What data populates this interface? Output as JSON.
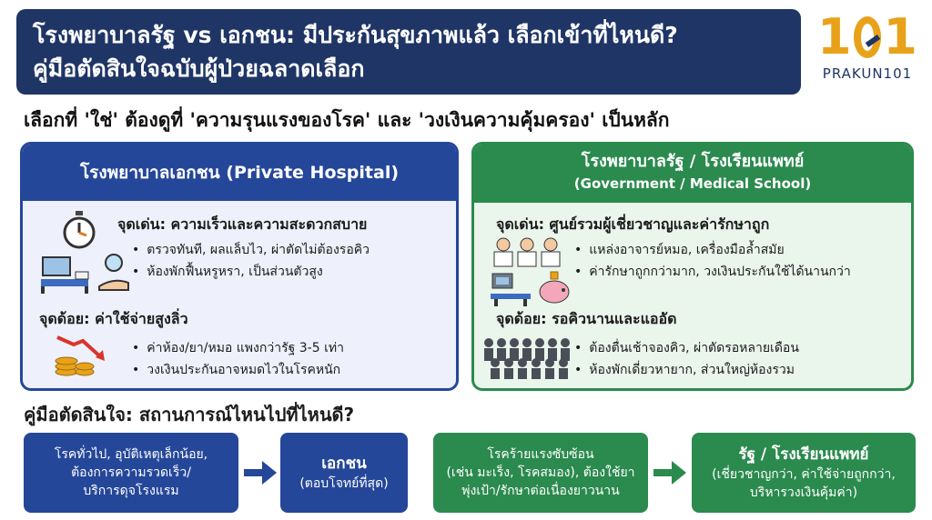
{
  "header": {
    "title_line1": "โรงพยาบาลรัฐ vs เอกชน: มีประกันสุขภาพแล้ว เลือกเข้าที่ไหนดี?",
    "title_line2": "คู่มือตัดสินใจฉบับผู้ป่วยฉลาดเลือก"
  },
  "logo": {
    "number_left": "1",
    "number_right": "1",
    "text": "PRAKUN101"
  },
  "subtitle": "เลือกที่ 'ใช่' ต้องดูที่ 'ความรุนแรงของโรค' และ 'วงเงินความคุ้มครอง' เป็นหลัก",
  "private": {
    "heading": "โรงพยาบาลเอกชน (Private Hospital)",
    "pros_title": "จุดเด่น: ความเร็วและความสะดวกสบาย",
    "pros": [
      "ตรวจทันที, ผลแล็บไว, ผ่าตัดไม่ต้องรอคิว",
      "ห้องพักฟื้นหรูหรา, เป็นส่วนตัวสูง"
    ],
    "cons_title": "จุดด้อย: ค่าใช้จ่ายสูงลิ่ว",
    "cons": [
      "ค่าห้อง/ยา/หมอ แพงกว่ารัฐ 3-5 เท่า",
      "วงเงินประกันอาจหมดไวในโรคหนัก"
    ]
  },
  "government": {
    "heading_line1": "โรงพยาบาลรัฐ / โรงเรียนแพทย์",
    "heading_line2": "(Government / Medical School)",
    "pros_title": "จุดเด่น: ศูนย์รวมผู้เชี่ยวชาญและค่ารักษาถูก",
    "pros": [
      "แหล่งอาจารย์หมอ, เครื่องมือล้ำสมัย",
      "ค่ารักษาถูกกว่ามาก, วงเงินประกันใช้ได้นานกว่า"
    ],
    "cons_title": "จุดด้อย: รอคิวนานและแออัด",
    "cons": [
      "ต้องตื่นเช้าจองคิว, ผ่าตัดรอหลายเดือน",
      "ห้องพักเดี่ยวหายาก, ส่วนใหญ่ห้องรวม"
    ]
  },
  "guide": {
    "title": "คู่มือตัดสินใจ: สถานการณ์ไหนไปที่ไหนดี?",
    "case1": {
      "lines": [
        "โรคทั่วไป, อุบัติเหตุเล็กน้อย,",
        "ต้องการความรวดเร็ว/",
        "บริการดุจโรงแรม"
      ],
      "answer": "เอกชน",
      "answer_note": "(ตอบโจทย์ที่สุด)"
    },
    "case2": {
      "lines": [
        "โรคร้ายแรงซับซ้อน",
        "(เช่น มะเร็ง, โรคสมอง), ต้องใช้ยา",
        "พุ่งเป้า/รักษาต่อเนื่องยาวนาน"
      ],
      "answer": "รัฐ / โรงเรียนแพทย์",
      "answer_note_lines": [
        "(เชี่ยวชาญกว่า, ค่าใช้จ่ายถูกกว่า,",
        "บริหารวงเงินคุ้มค่า)"
      ]
    }
  },
  "colors": {
    "navy": "#1f3566",
    "blue": "#25479a",
    "green": "#2b8a4e",
    "gold": "#e8a21a"
  },
  "icons": [
    "stopwatch-icon",
    "hospital-bed-icon",
    "hand-doctor-icon",
    "falling-money-icon",
    "doctors-group-icon",
    "medical-equipment-icon",
    "piggy-bank-icon",
    "crowd-queue-icon",
    "arrow-right-icon"
  ]
}
